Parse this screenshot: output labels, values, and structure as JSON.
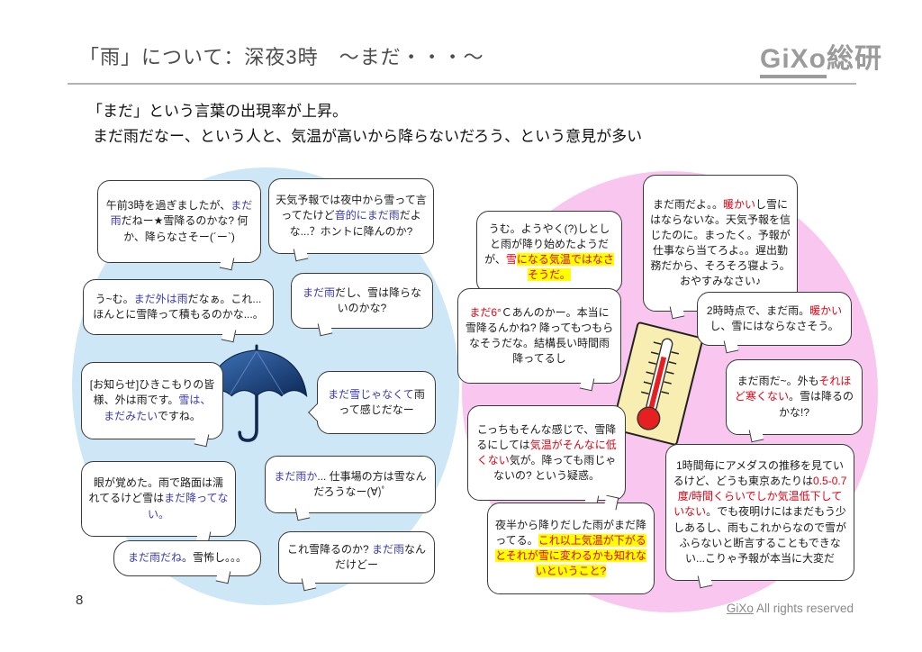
{
  "slide": {
    "title": "「雨」について：深夜3時　～まだ・・・～",
    "logo": {
      "latin": "GiXo",
      "jp": "総研"
    },
    "subtitle": {
      "line1": "「まだ」という言葉の出現率が上昇。",
      "line2": "まだ雨だなー、という人と、気温が高いから降らないだろう、という意見が多い"
    },
    "page_number": "8",
    "footer": {
      "brand": "GiXo",
      "rest": "All rights reserved"
    }
  },
  "colors": {
    "left_ellipse": "#cde7f6",
    "right_ellipse": "#f8c6ee",
    "blue_keyword": "#3a3ab8",
    "red_keyword": "#e60012",
    "highlight": "#ffff00",
    "title_gray": "#4c4c4c",
    "logo_gray": "#9b9b9b"
  },
  "left_group": {
    "theme": "まだ雨 (blue keywords)",
    "bubbles": [
      {
        "segments": [
          {
            "t": "午前3時を過ぎましたが、",
            "c": "k"
          },
          {
            "t": "まだ雨",
            "c": "b"
          },
          {
            "t": "だねー★雪降るのかな? 何か、降らなさそー(´ー`)",
            "c": "k"
          }
        ]
      },
      {
        "segments": [
          {
            "t": "天気予報では夜中から雪って言ってたけど",
            "c": "k"
          },
          {
            "t": "音的にまだ雨",
            "c": "b"
          },
          {
            "t": "だよな...？ホントに降んのか?",
            "c": "k"
          }
        ]
      },
      {
        "segments": [
          {
            "t": "う~む。",
            "c": "k"
          },
          {
            "t": "まだ外は雨",
            "c": "b"
          },
          {
            "t": "だなぁ。これ...ほんとに雪降って積もるのかな...。",
            "c": "k"
          }
        ]
      },
      {
        "segments": [
          {
            "t": "まだ雨",
            "c": "b"
          },
          {
            "t": "だし、雪は降らないのかな?",
            "c": "k"
          }
        ]
      },
      {
        "segments": [
          {
            "t": "[お知らせ]ひきこもりの皆様、外は雨です。",
            "c": "k"
          },
          {
            "t": "雪は、まだみたい",
            "c": "b"
          },
          {
            "t": "ですね。",
            "c": "k"
          }
        ]
      },
      {
        "segments": [
          {
            "t": "まだ雪じゃなくて",
            "c": "b"
          },
          {
            "t": "雨って感じだなー",
            "c": "k"
          }
        ]
      },
      {
        "segments": [
          {
            "t": "眼が覚めた。雨で路面は濡れてるけど雪は",
            "c": "k"
          },
          {
            "t": "まだ降ってない。",
            "c": "b"
          }
        ]
      },
      {
        "segments": [
          {
            "t": "まだ雨か",
            "c": "b"
          },
          {
            "t": "... 仕事場の方は雪なんだろうなー(∀)ﾟ",
            "c": "k"
          }
        ]
      },
      {
        "segments": [
          {
            "t": "まだ雨だね",
            "c": "b"
          },
          {
            "t": "。雪怖し。。。",
            "c": "k"
          }
        ]
      },
      {
        "segments": [
          {
            "t": "これ雪降るのか? ",
            "c": "k"
          },
          {
            "t": "まだ雨",
            "c": "b"
          },
          {
            "t": "なんだけどー",
            "c": "k"
          }
        ]
      }
    ]
  },
  "right_group": {
    "theme": "気温が高い (red keywords)",
    "bubbles": [
      {
        "segments": [
          {
            "t": "うむ。ようやく(?)しとしと雨が降り始めたようだが、",
            "c": "k"
          },
          {
            "t": "雪",
            "c": "r"
          },
          {
            "t": "になる気温ではなさそうだ。",
            "c": "r",
            "hl": true
          }
        ]
      },
      {
        "segments": [
          {
            "t": "まだ雨だよ。。",
            "c": "k"
          },
          {
            "t": "暖かい",
            "c": "r"
          },
          {
            "t": "し雪にはならないな。天気予報を信じたのに。まったく。予報が仕事なら当てろよ。。遅出勤務だから、そろそろ寝よう。おやすみなさい♪",
            "c": "k"
          }
        ]
      },
      {
        "segments": [
          {
            "t": "まだ6°",
            "c": "r"
          },
          {
            "t": "Ｃあんのかー。本当に雪降るんかね? 降ってもつもらなそうだな。結構長い時間雨降ってるし",
            "c": "k"
          }
        ]
      },
      {
        "segments": [
          {
            "t": "2時時点で、まだ雨。",
            "c": "k"
          },
          {
            "t": "暖かい",
            "c": "r"
          },
          {
            "t": "し、雪にはならなさそう。",
            "c": "k"
          }
        ]
      },
      {
        "segments": [
          {
            "t": "まだ雨だ~。外も",
            "c": "k"
          },
          {
            "t": "それほど寒くない",
            "c": "r"
          },
          {
            "t": "。雪は降るのかな!?",
            "c": "k"
          }
        ]
      },
      {
        "segments": [
          {
            "t": "こっちもそんな感じで、雪降るにしては",
            "c": "k"
          },
          {
            "t": "気温がそんなに低くない",
            "c": "r"
          },
          {
            "t": "気が。降っても雨じゃないの? という疑惑。",
            "c": "k"
          }
        ]
      },
      {
        "segments": [
          {
            "t": "夜半から降りだした雨がまだ降ってる。",
            "c": "k"
          },
          {
            "t": "これ以上気温が下がるとそれが雪に変わるかも知れないということ?",
            "c": "r",
            "hl": true
          }
        ]
      },
      {
        "segments": [
          {
            "t": "1時間毎にアメダスの推移を見ているけど、どうも東京あたりは",
            "c": "k"
          },
          {
            "t": "0.5-0.7度/時間くらいでしか気温低下していない",
            "c": "r"
          },
          {
            "t": "。でも夜明けにはまだもう少しあるし、雨もこれからなので雪がふらないと断言することもできない...こりゃ予報が本当に大変だ",
            "c": "k"
          }
        ]
      }
    ]
  }
}
